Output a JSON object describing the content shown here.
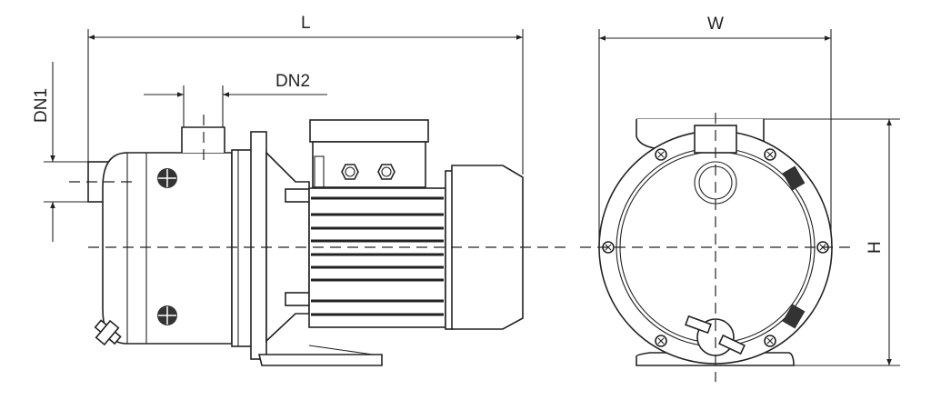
{
  "drawing": {
    "side_view": {
      "length_label": "L",
      "outlet_label": "DN2",
      "inlet_label": "DN1"
    },
    "front_view": {
      "width_label": "W",
      "height_label": "H"
    }
  },
  "colors": {
    "line": "#222222",
    "background": "#ffffff"
  }
}
